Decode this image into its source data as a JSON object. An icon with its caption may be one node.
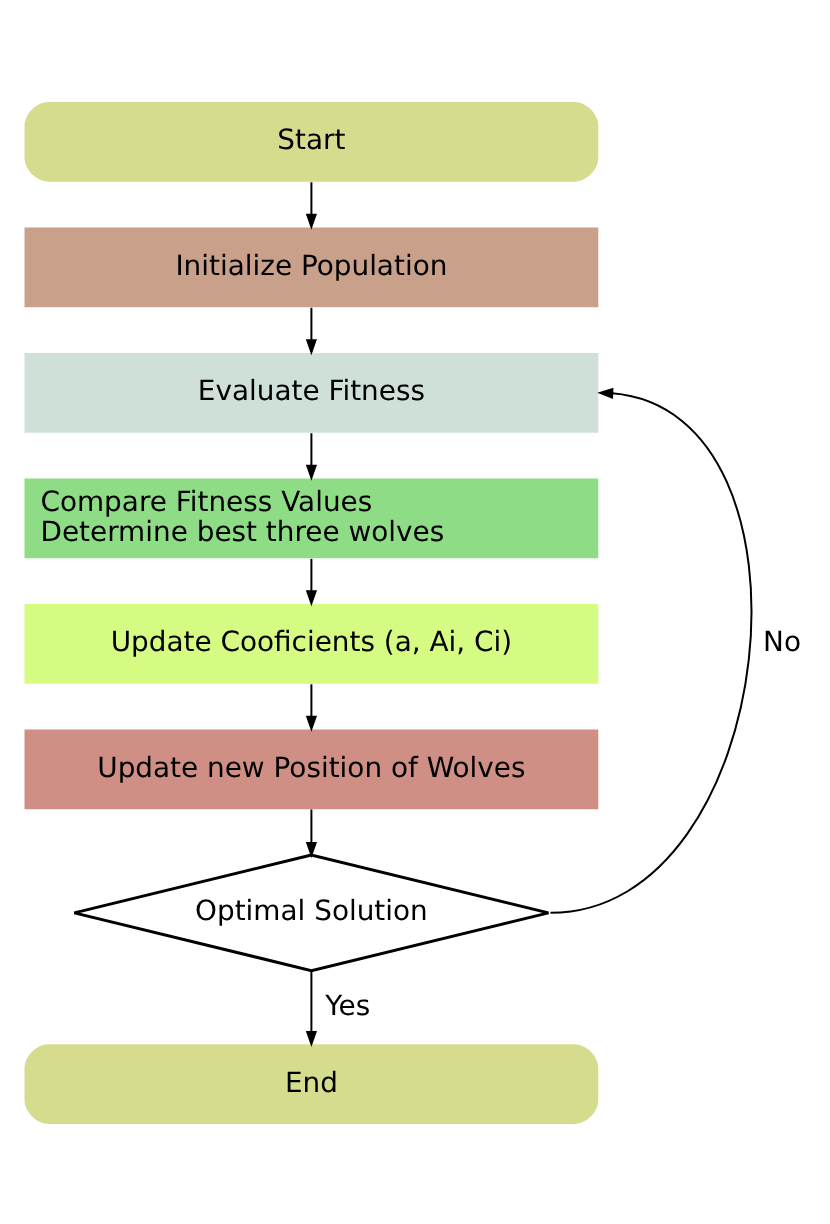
{
  "diagram": {
    "nodes": [
      {
        "text": [
          "Start"
        ]
      },
      {
        "text": [
          "Initialize Population"
        ]
      },
      {
        "text": [
          "Evaluate Fitness"
        ]
      },
      {
        "text": [
          "Compare Fitness Values Determine best three wolves"
        ]
      },
      {
        "text": [
          "Update Cooficients (a, Ai, Ci)"
        ]
      },
      {
        "text": [
          "Update new Position of Wolves"
        ]
      },
      {
        "text": [
          "Optimal Solution"
        ]
      },
      {
        "text": [
          "End"
        ]
      }
    ],
    "edges": [
      {
        "from": 0,
        "to": 1,
        "arrow": "to"
      },
      {
        "from": 1,
        "to": 2,
        "arrow": "to"
      },
      {
        "from": 2,
        "to": 3,
        "arrow": "to"
      },
      {
        "from": 3,
        "to": 4,
        "arrow": "to"
      },
      {
        "from": 4,
        "to": 5,
        "arrow": "to"
      },
      {
        "from": 5,
        "to": 6,
        "arrow": "to"
      },
      {
        "from": 6,
        "to": 7,
        "label": "Yes",
        "arrow": "to"
      },
      {
        "from": 6,
        "to": 2,
        "label": "No",
        "arrow": "to"
      }
    ]
  }
}
